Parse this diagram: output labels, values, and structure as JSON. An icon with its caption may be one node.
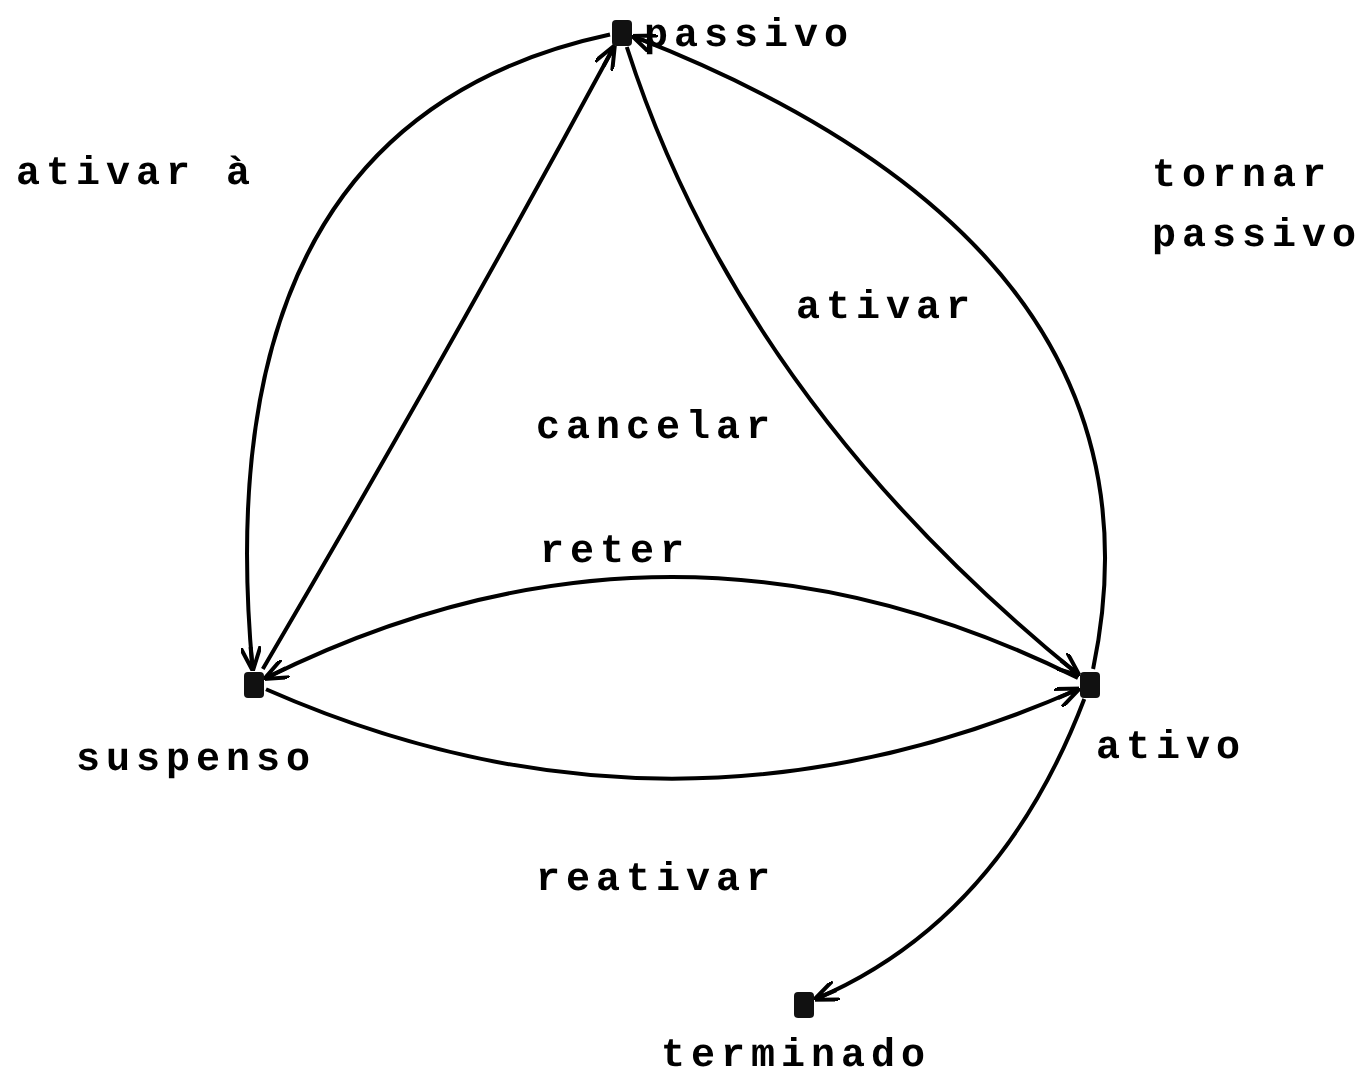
{
  "diagram": {
    "nodes": [
      {
        "text": [],
        "shape": "box",
        "beside": [
          "passivo"
        ]
      },
      {
        "text": [],
        "shape": "box",
        "beside": [
          "suspenso"
        ]
      },
      {
        "text": [],
        "shape": "box",
        "beside": [
          "ativo"
        ]
      },
      {
        "text": [],
        "shape": "box",
        "beside": [
          "terminado"
        ]
      }
    ],
    "edges": [
      {
        "from": 0,
        "to": 1,
        "arrow": "to",
        "label": "ativar à"
      },
      {
        "from": 1,
        "to": 0,
        "arrow": "to",
        "label": "cancelar"
      },
      {
        "from": 0,
        "to": 2,
        "arrow": "to",
        "label": "ativar"
      },
      {
        "from": 2,
        "to": 0,
        "arrow": "to",
        "label": "tornar passivo"
      },
      {
        "from": 2,
        "to": 1,
        "arrow": "to",
        "label": "reter"
      },
      {
        "from": 1,
        "to": 2,
        "arrow": "to",
        "label": "reativar"
      },
      {
        "from": 2,
        "to": 3,
        "arrow": "to"
      }
    ]
  }
}
